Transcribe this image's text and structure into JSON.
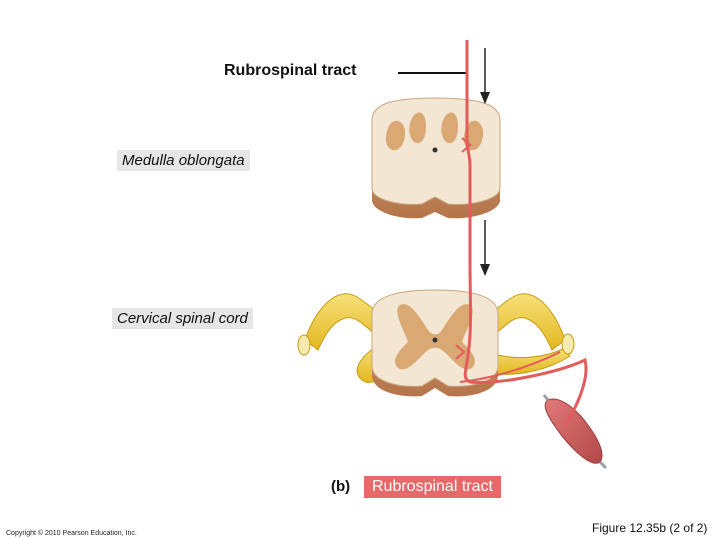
{
  "labels": {
    "tract_label": "Rubrospinal tract",
    "medulla_label": "Medulla oblongata",
    "cervical_label": "Cervical spinal cord",
    "panel_letter": "(b)",
    "caption": "Rubrospinal tract"
  },
  "footer": {
    "copyright": "Copyright © 2010 Pearson Education, Inc.",
    "figure": "Figure 12.35b (2 of 2)"
  },
  "colors": {
    "tract": "#e35b5b",
    "white_matter": "#f3e6d2",
    "gray_matter": "#d9a873",
    "nerve": "#f0cf3a",
    "caption_bg": "#e8696a"
  }
}
